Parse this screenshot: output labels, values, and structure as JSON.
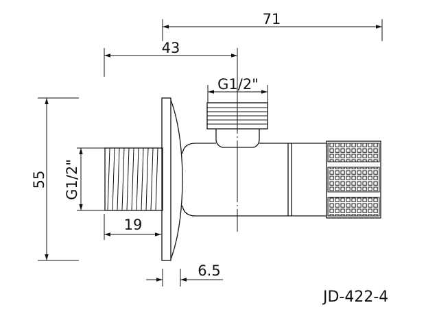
{
  "drawing": {
    "dimensions": {
      "overall_length": "71",
      "center_offset": "43",
      "top_thread": "G1/2\"",
      "height": "55",
      "side_thread": "G1/2\"",
      "thread_length": "19",
      "flange_thickness": "6.5"
    },
    "model_code": "JD-422-4"
  }
}
